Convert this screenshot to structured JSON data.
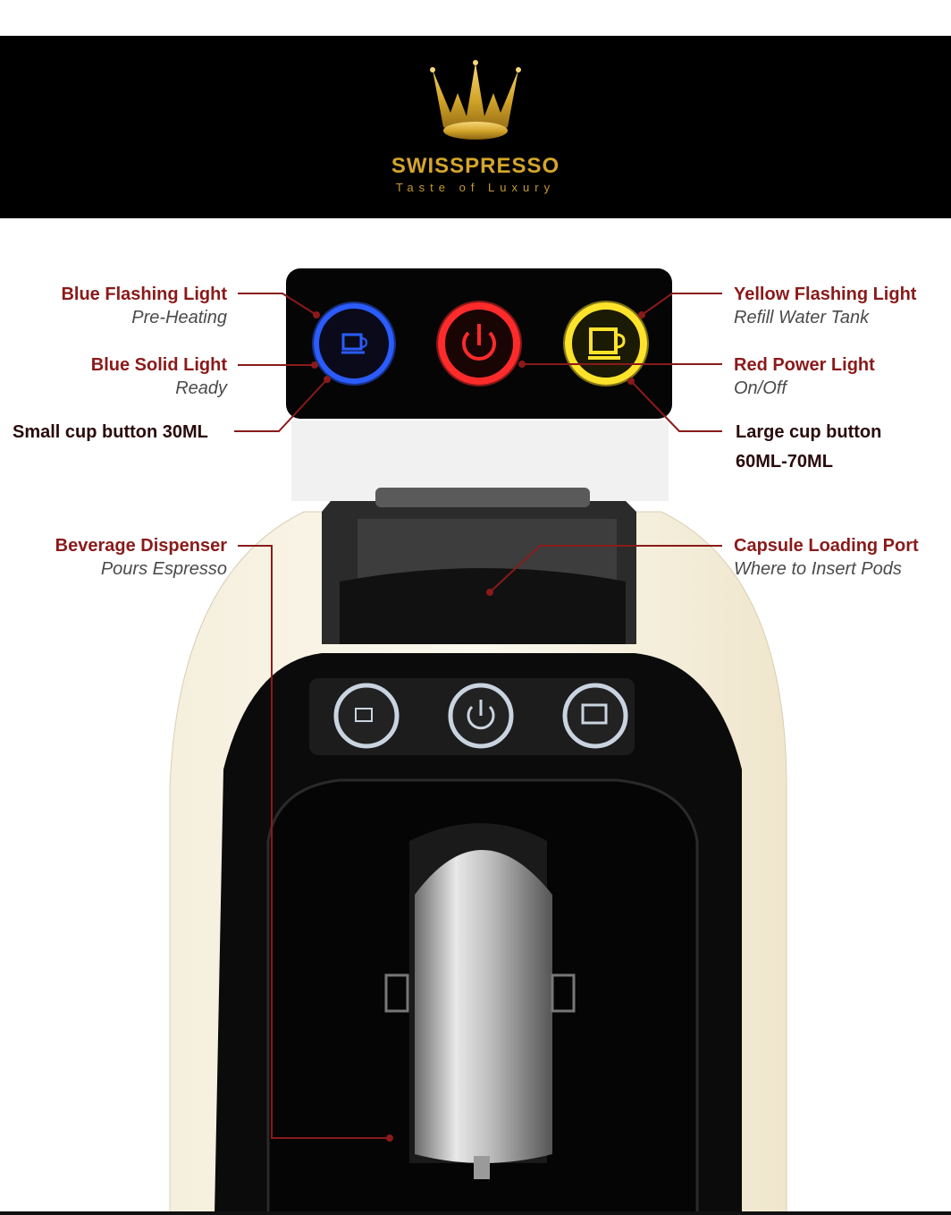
{
  "brand": {
    "name": "SWISSPRESSO",
    "tagline": "Taste of Luxury",
    "logo_icon": "crown-icon"
  },
  "colors": {
    "header_bg": "#000000",
    "gold": "#d4a62a",
    "label_red": "#8a1a1a",
    "blue_light": "#2b5cff",
    "red_light": "#ff2b2b",
    "yellow_light": "#ffe32b"
  },
  "panel_buttons": [
    {
      "icon": "small-cup-icon",
      "light": "blue"
    },
    {
      "icon": "power-icon",
      "light": "red"
    },
    {
      "icon": "large-cup-icon",
      "light": "yellow"
    }
  ],
  "callouts": {
    "blue_flashing": {
      "title": "Blue Flashing Light",
      "subtitle": "Pre-Heating"
    },
    "blue_solid": {
      "title": "Blue Solid Light",
      "subtitle": "Ready"
    },
    "small_cup": {
      "title": "Small cup button 30ML"
    },
    "yellow_flashing": {
      "title": "Yellow Flashing Light",
      "subtitle": "Refill Water Tank"
    },
    "red_power": {
      "title": "Red Power Light",
      "subtitle": "On/Off"
    },
    "large_cup": {
      "title": "Large cup button",
      "title_line2": "60ML-70ML"
    },
    "beverage_dispenser": {
      "title": "Beverage Dispenser",
      "subtitle": "Pours Espresso"
    },
    "capsule_port": {
      "title": "Capsule Loading Port",
      "subtitle": "Where to Insert Pods"
    }
  }
}
